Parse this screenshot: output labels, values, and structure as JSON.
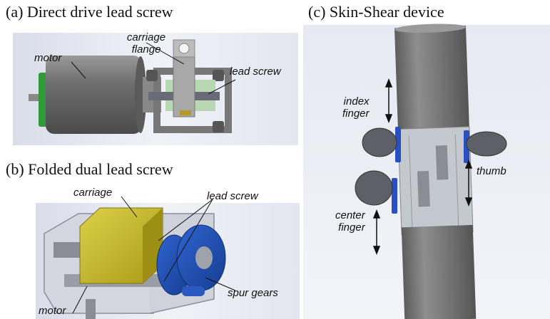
{
  "panels": {
    "a": {
      "title": "(a) Direct drive lead screw",
      "labels": {
        "motor": "motor",
        "carriage_flange_1": "carriage",
        "carriage_flange_2": "flange",
        "lead_screw": "lead screw"
      }
    },
    "b": {
      "title": "(b) Folded dual lead screw",
      "labels": {
        "carriage": "carriage",
        "lead_screw": "lead screw",
        "spur_gears": "spur gears",
        "motor": "motor"
      }
    },
    "c": {
      "title": "(c) Skin-Shear device",
      "labels": {
        "index_1": "index",
        "index_2": "finger",
        "thumb": "thumb",
        "center_1": "center",
        "center_2": "finger"
      }
    }
  },
  "colors": {
    "panel_bg": "#eceef6",
    "motor_band": "#2e9a3a",
    "carriage_yellow": "#c9b92a",
    "gear_blue": "#1f4fb0",
    "pad_blue": "#2a4fc0"
  }
}
